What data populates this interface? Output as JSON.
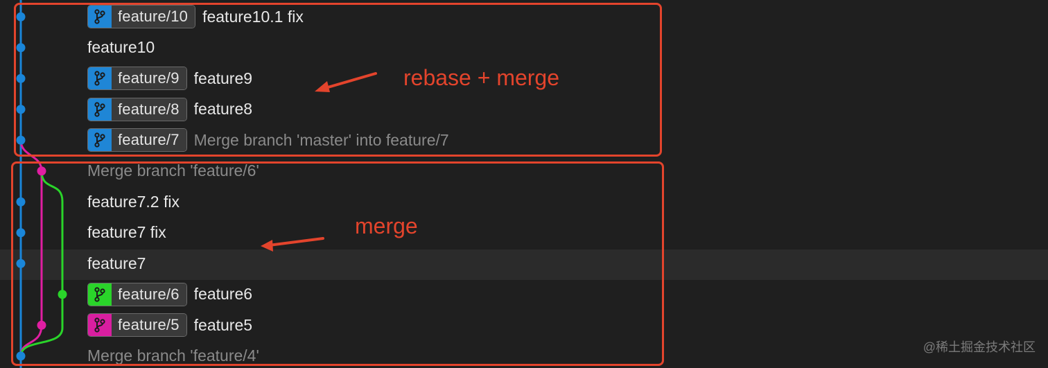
{
  "colors": {
    "main_lane": "#1a86d9",
    "merge_lane": "#e01ea2",
    "feature_lane": "#2ad42a",
    "annotation": "#e3442c",
    "badge_blue": "#1f86d6",
    "badge_green": "#2ad42a",
    "badge_pink": "#d91ea0"
  },
  "commits": [
    {
      "branch": "feature/10",
      "badge_color": "badge_blue",
      "message": "feature10.1 fix",
      "dim": false
    },
    {
      "branch": "",
      "badge_color": "",
      "message": "feature10",
      "dim": false
    },
    {
      "branch": "feature/9",
      "badge_color": "badge_blue",
      "message": "feature9",
      "dim": false
    },
    {
      "branch": "feature/8",
      "badge_color": "badge_blue",
      "message": "feature8",
      "dim": false
    },
    {
      "branch": "feature/7",
      "badge_color": "badge_blue",
      "message": "Merge branch 'master' into feature/7",
      "dim": true
    },
    {
      "branch": "",
      "badge_color": "",
      "message": "Merge branch 'feature/6'",
      "dim": true
    },
    {
      "branch": "",
      "badge_color": "",
      "message": "feature7.2 fix",
      "dim": false
    },
    {
      "branch": "",
      "badge_color": "",
      "message": "feature7 fix",
      "dim": false
    },
    {
      "branch": "",
      "badge_color": "",
      "message": "feature7",
      "dim": false,
      "selected": true
    },
    {
      "branch": "feature/6",
      "badge_color": "badge_green",
      "message": "feature6",
      "dim": false
    },
    {
      "branch": "feature/5",
      "badge_color": "badge_pink",
      "message": "feature5",
      "dim": false
    },
    {
      "branch": "",
      "badge_color": "",
      "message": "Merge branch 'feature/4'",
      "dim": true
    }
  ],
  "annotations": {
    "top_label": "rebase + merge",
    "bottom_label": "merge"
  },
  "watermark": "@稀土掘金技术社区",
  "icons": {
    "branch": "git-branch-icon"
  }
}
